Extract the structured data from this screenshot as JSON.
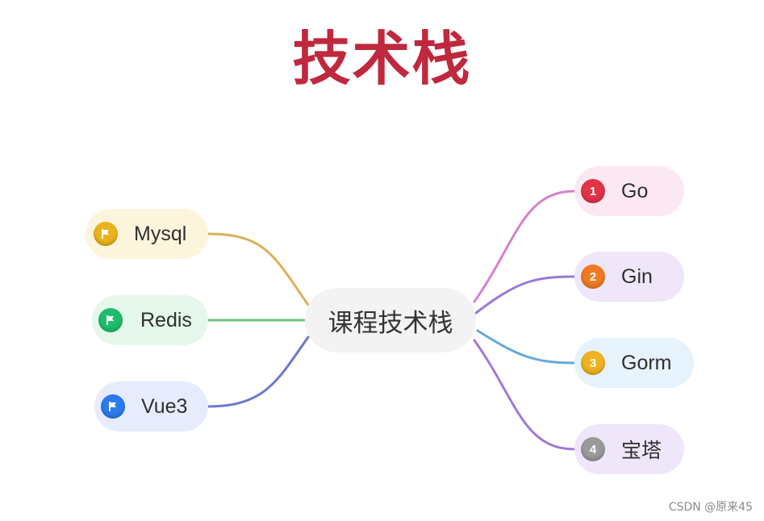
{
  "title": "技术栈",
  "center": {
    "label": "课程技术栈"
  },
  "left_nodes": [
    {
      "label": "Mysql",
      "icon": "flag-icon",
      "badge_color": "#ecb21d",
      "bg": "#fdf4dc",
      "line": "#d9b15a"
    },
    {
      "label": "Redis",
      "icon": "flag-icon",
      "badge_color": "#1ebd6c",
      "bg": "#e5f7ea",
      "line": "#6cc67e"
    },
    {
      "label": "Vue3",
      "icon": "flag-icon",
      "badge_color": "#2c7bec",
      "bg": "#e6ecfc",
      "line": "#6b78d4"
    }
  ],
  "right_nodes": [
    {
      "label": "Go",
      "badge": "1",
      "badge_color": "#e23347",
      "bg": "#fce8f2",
      "line": "#d77fcf"
    },
    {
      "label": "Gin",
      "badge": "2",
      "badge_color": "#f07a22",
      "bg": "#efe6fa",
      "line": "#9b79d8"
    },
    {
      "label": "Gorm",
      "badge": "3",
      "badge_color": "#f0b21f",
      "bg": "#e6f2fc",
      "line": "#63a9d8"
    },
    {
      "label": "宝塔",
      "badge": "4",
      "badge_color": "#9a9a9a",
      "bg": "#efe6fa",
      "line": "#a178d6"
    }
  ],
  "watermark": "CSDN @原来45"
}
